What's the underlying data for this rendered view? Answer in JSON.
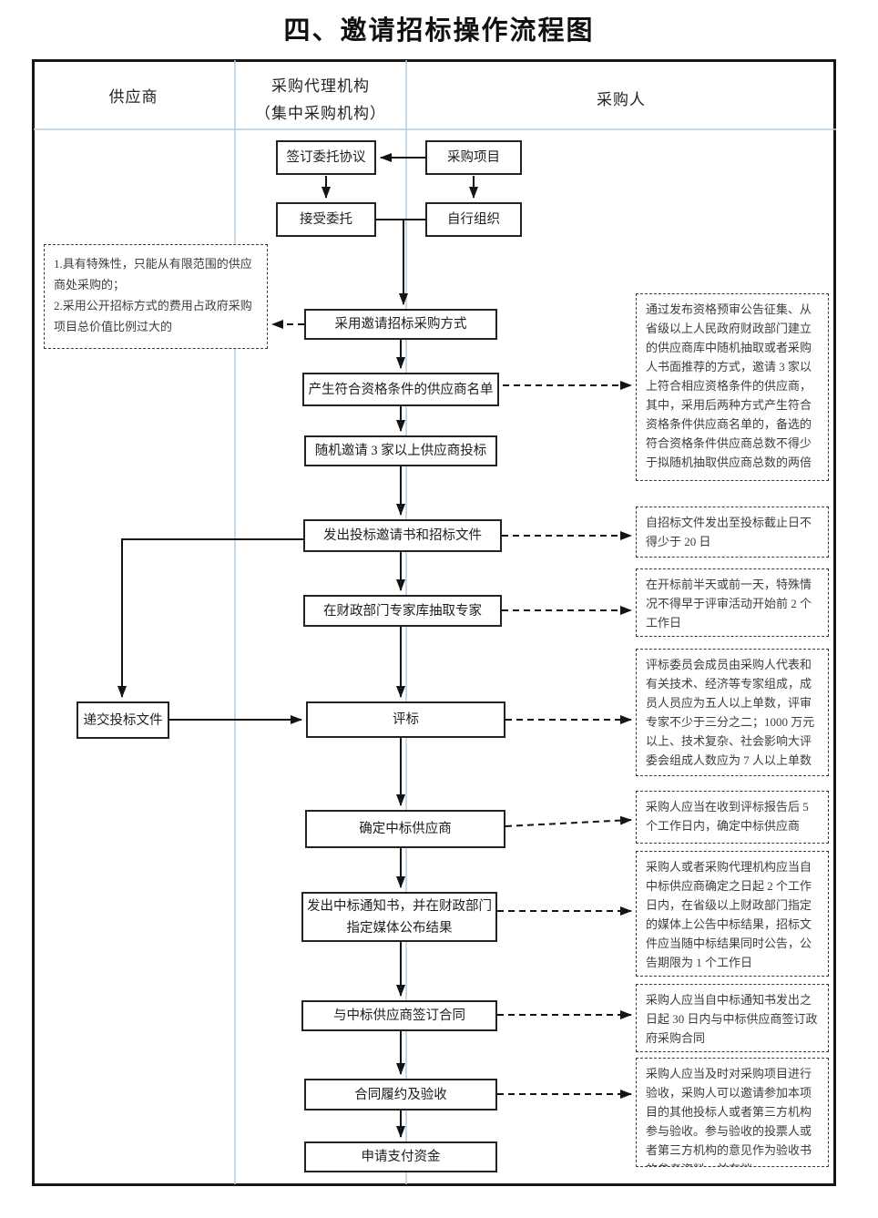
{
  "title": "四、邀请招标操作流程图",
  "columns": {
    "supplier": "供应商",
    "agency_line1": "采购代理机构",
    "agency_line2": "（集中采购机构）",
    "purchaser": "采购人"
  },
  "nodes": {
    "sign_agreement": "签订委托协议",
    "procurement_project": "采购项目",
    "accept_entrustment": "接受委托",
    "self_organize": "自行组织",
    "adopt_method": "采用邀请招标采购方式",
    "generate_list": "产生符合资格条件的供应商名单",
    "random_invite": "随机邀请 3 家以上供应商投标",
    "issue_invitation": "发出投标邀请书和招标文件",
    "draw_experts": "在财政部门专家库抽取专家",
    "evaluation": "评标",
    "determine_winner": "确定中标供应商",
    "issue_notice": "发出中标通知书，并在财政部门指定媒体公布结果",
    "sign_contract": "与中标供应商签订合同",
    "contract_performance": "合同履约及验收",
    "apply_payment": "申请支付资金",
    "submit_bid": "递交投标文件"
  },
  "annotations": {
    "left_note_1": "1.具有特殊性，只能从有限范围的供应商处采购的；",
    "left_note_2": "2.采用公开招标方式的费用占政府采购项目总价值比例过大的",
    "qualification": "通过发布资格预审公告征集、从省级以上人民政府财政部门建立的供应商库中随机抽取或者采购人书面推荐的方式，邀请 3 家以上符合相应资格条件的供应商，其中，采用后两种方式产生符合资格条件供应商名单的，备选的符合资格条件供应商总数不得少于拟随机抽取供应商总数的两倍",
    "deadline_20_days": "自招标文件发出至投标截止日不得少于 20 日",
    "expert_timing": "在开标前半天或前一天，特殊情况不得早于评审活动开始前 2 个工作日",
    "committee": "评标委员会成员由采购人代表和有关技术、经济等专家组成，成员人员应为五人以上单数，评审专家不少于三分之二；1000 万元以上、技术复杂、社会影响大评委会组成人数应为 7 人以上单数",
    "confirm_5_days": "采购人应当在收到评标报告后 5 个工作日内，确定中标供应商",
    "announce_result": "采购人或者采购代理机构应当自中标供应商确定之日起 2 个工作日内，在省级以上财政部门指定的媒体上公告中标结果，招标文件应当随中标结果同时公告，公告期限为 1 个工作日",
    "contract_30_days": "采购人应当自中标通知书发出之日起 30 日内与中标供应商签订政府采购合同",
    "acceptance": "采购人应当及时对采购项目进行验收，采购人可以邀请参加本项目的其他投标人或者第三方机构参与验收。参与验收的投票人或者第三方机构的意见作为验收书的参考资料一并存档"
  },
  "colors": {
    "line": "#141414",
    "guide": "#b5cbdb",
    "background": "#ffffff",
    "note_text": "#3d3d3d"
  }
}
